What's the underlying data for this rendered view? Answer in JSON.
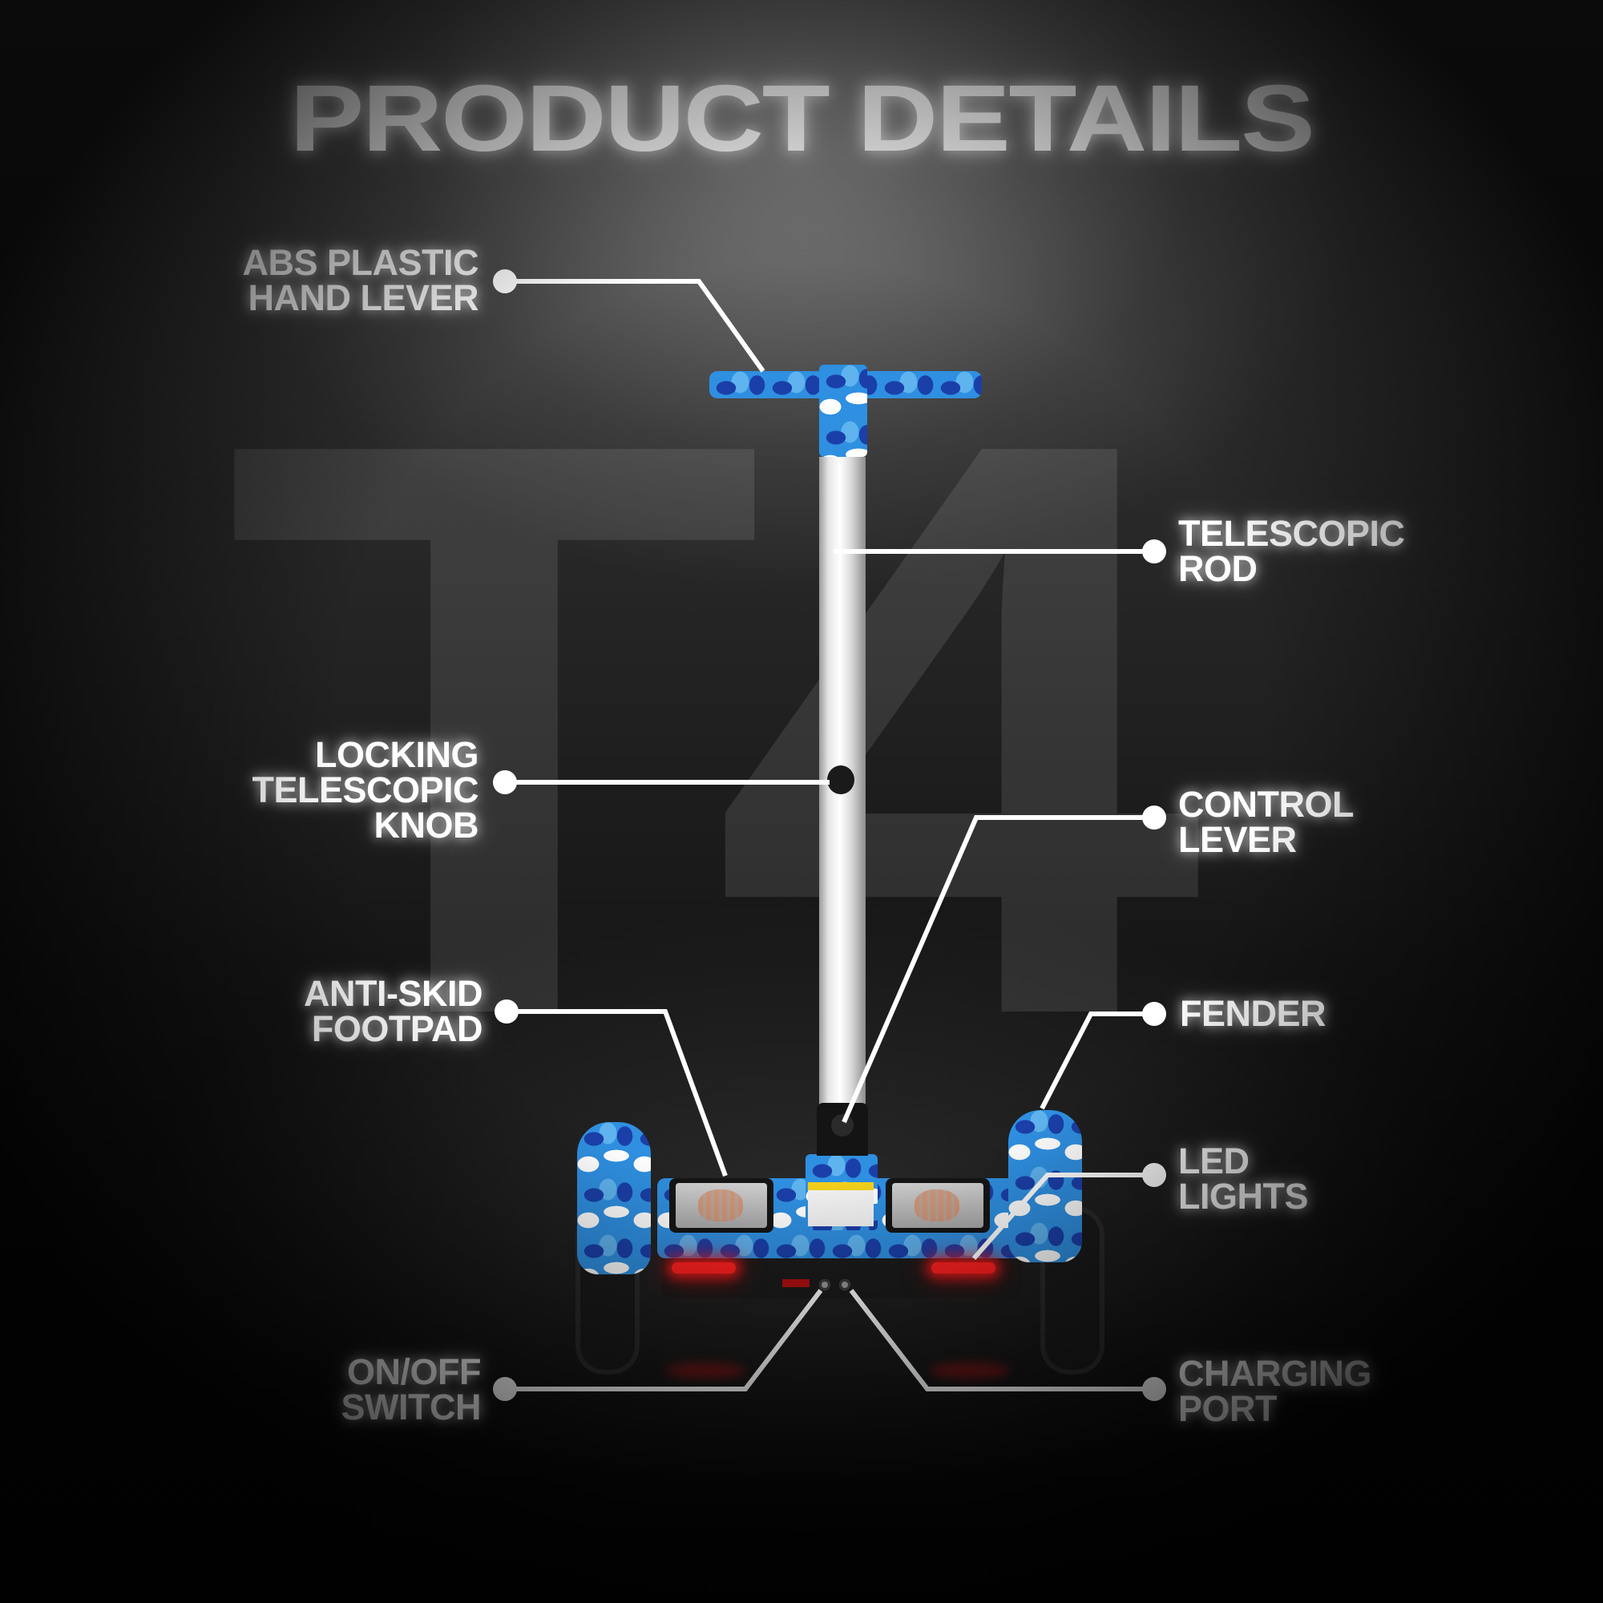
{
  "title": "PRODUCT DETAILS",
  "background_mark": "T4",
  "colors": {
    "text": "#ffffff",
    "callout_line": "#ffffff",
    "camo_blue": "#2f8fe0",
    "camo_navy": "#1b3fa8",
    "led_red": "#ff2020",
    "warning_yellow": "#f2cf1a"
  },
  "callouts": [
    {
      "id": "abs-plastic-hand-lever",
      "side": "left",
      "lines": [
        "ABS PLASTIC",
        "HAND LEVER"
      ]
    },
    {
      "id": "telescopic-rod",
      "side": "right",
      "lines": [
        "TELESCOPIC",
        "ROD"
      ]
    },
    {
      "id": "locking-telescopic-knob",
      "side": "left",
      "lines": [
        "LOCKING",
        "TELESCOPIC",
        "KNOB"
      ]
    },
    {
      "id": "control-lever",
      "side": "right",
      "lines": [
        "CONTROL",
        "LEVER"
      ]
    },
    {
      "id": "anti-skid-footpad",
      "side": "left",
      "lines": [
        "ANTI-SKID",
        "FOOTPAD"
      ]
    },
    {
      "id": "fender",
      "side": "right",
      "lines": [
        "FENDER"
      ]
    },
    {
      "id": "led-lights",
      "side": "right",
      "lines": [
        "LED",
        "LIGHTS"
      ]
    },
    {
      "id": "on-off-switch",
      "side": "left",
      "lines": [
        "ON/OFF",
        "SWITCH"
      ]
    },
    {
      "id": "charging-port",
      "side": "right",
      "lines": [
        "CHARGING",
        "PORT"
      ]
    }
  ]
}
